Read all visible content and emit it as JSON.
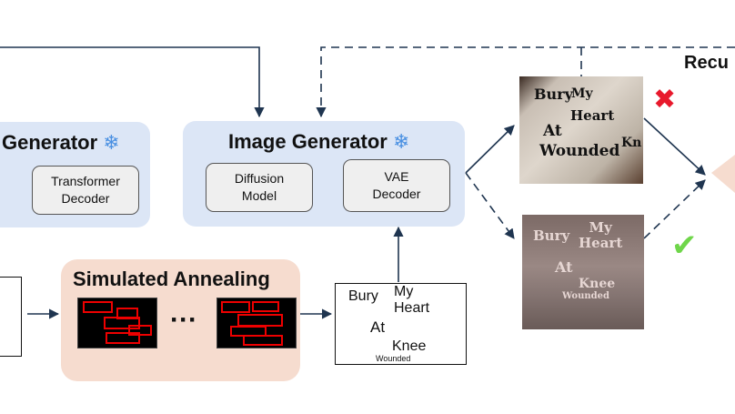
{
  "text_generator": {
    "title": "Generator",
    "snow": "❄",
    "decoder_label": "Transformer\nDecoder"
  },
  "image_generator": {
    "title": "Image  Generator",
    "snow": "❄",
    "diffusion_label": "Diffusion\nModel",
    "vae_label": "VAE\nDecoder"
  },
  "annealing": {
    "title": "Simulated Annealing",
    "ellipsis": "···"
  },
  "layout": {
    "words": [
      "Bury",
      "My\nHeart",
      "At",
      "Knee",
      "Wounded"
    ]
  },
  "result_a": {
    "words": [
      "Bury",
      "My",
      "Heart",
      "At",
      "Kn",
      "Wounded"
    ],
    "mark": "✖",
    "mark_color": "#e8192c"
  },
  "result_b": {
    "words": [
      "Bury",
      "My\nHeart",
      "At",
      "Knee",
      "Wounded"
    ],
    "mark": "✔",
    "mark_color": "#6fd64a"
  },
  "recursive": {
    "label": "Recu"
  },
  "colors": {
    "panel_blue": "#dce6f6",
    "panel_peach": "#f6dccf",
    "arrow": "#1f3550",
    "rect_red": "#e00000",
    "snow": "#4a90e2"
  }
}
